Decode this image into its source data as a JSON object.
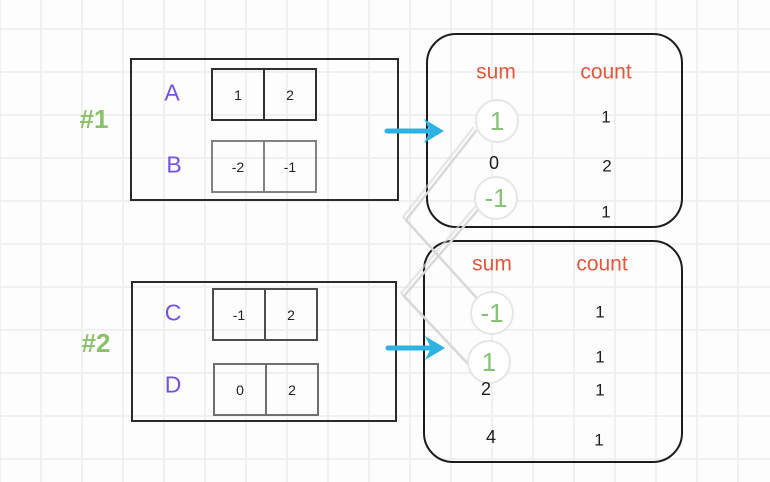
{
  "colors": {
    "accent_purple": "#7450eb",
    "accent_green": "#8cc16b",
    "header_orange": "#e2573e",
    "arrow_cyan": "#2eb2e3",
    "connector_gray": "#d8d8d8",
    "ink": "#222222"
  },
  "example1": {
    "label": "#1",
    "arrays": [
      {
        "name": "A",
        "values": [
          "1",
          "2"
        ]
      },
      {
        "name": "B",
        "values": [
          "-2",
          "-1"
        ]
      }
    ],
    "map": {
      "headers": {
        "sum": "sum",
        "count": "count"
      },
      "rows": [
        {
          "sum": "1",
          "count": "1",
          "highlighted": true
        },
        {
          "sum": "0",
          "count": "2",
          "highlighted": false
        },
        {
          "sum": "-1",
          "count": "1",
          "highlighted": true
        }
      ]
    }
  },
  "example2": {
    "label": "#2",
    "arrays": [
      {
        "name": "C",
        "values": [
          "-1",
          "2"
        ]
      },
      {
        "name": "D",
        "values": [
          "0",
          "2"
        ]
      }
    ],
    "map": {
      "headers": {
        "sum": "sum",
        "count": "count"
      },
      "rows": [
        {
          "sum": "-1",
          "count": "1",
          "highlighted": true
        },
        {
          "sum": "1",
          "count": "1",
          "highlighted": true
        },
        {
          "sum": "2",
          "count": "1",
          "highlighted": false
        },
        {
          "sum": "4",
          "count": "1",
          "highlighted": false
        }
      ]
    }
  }
}
